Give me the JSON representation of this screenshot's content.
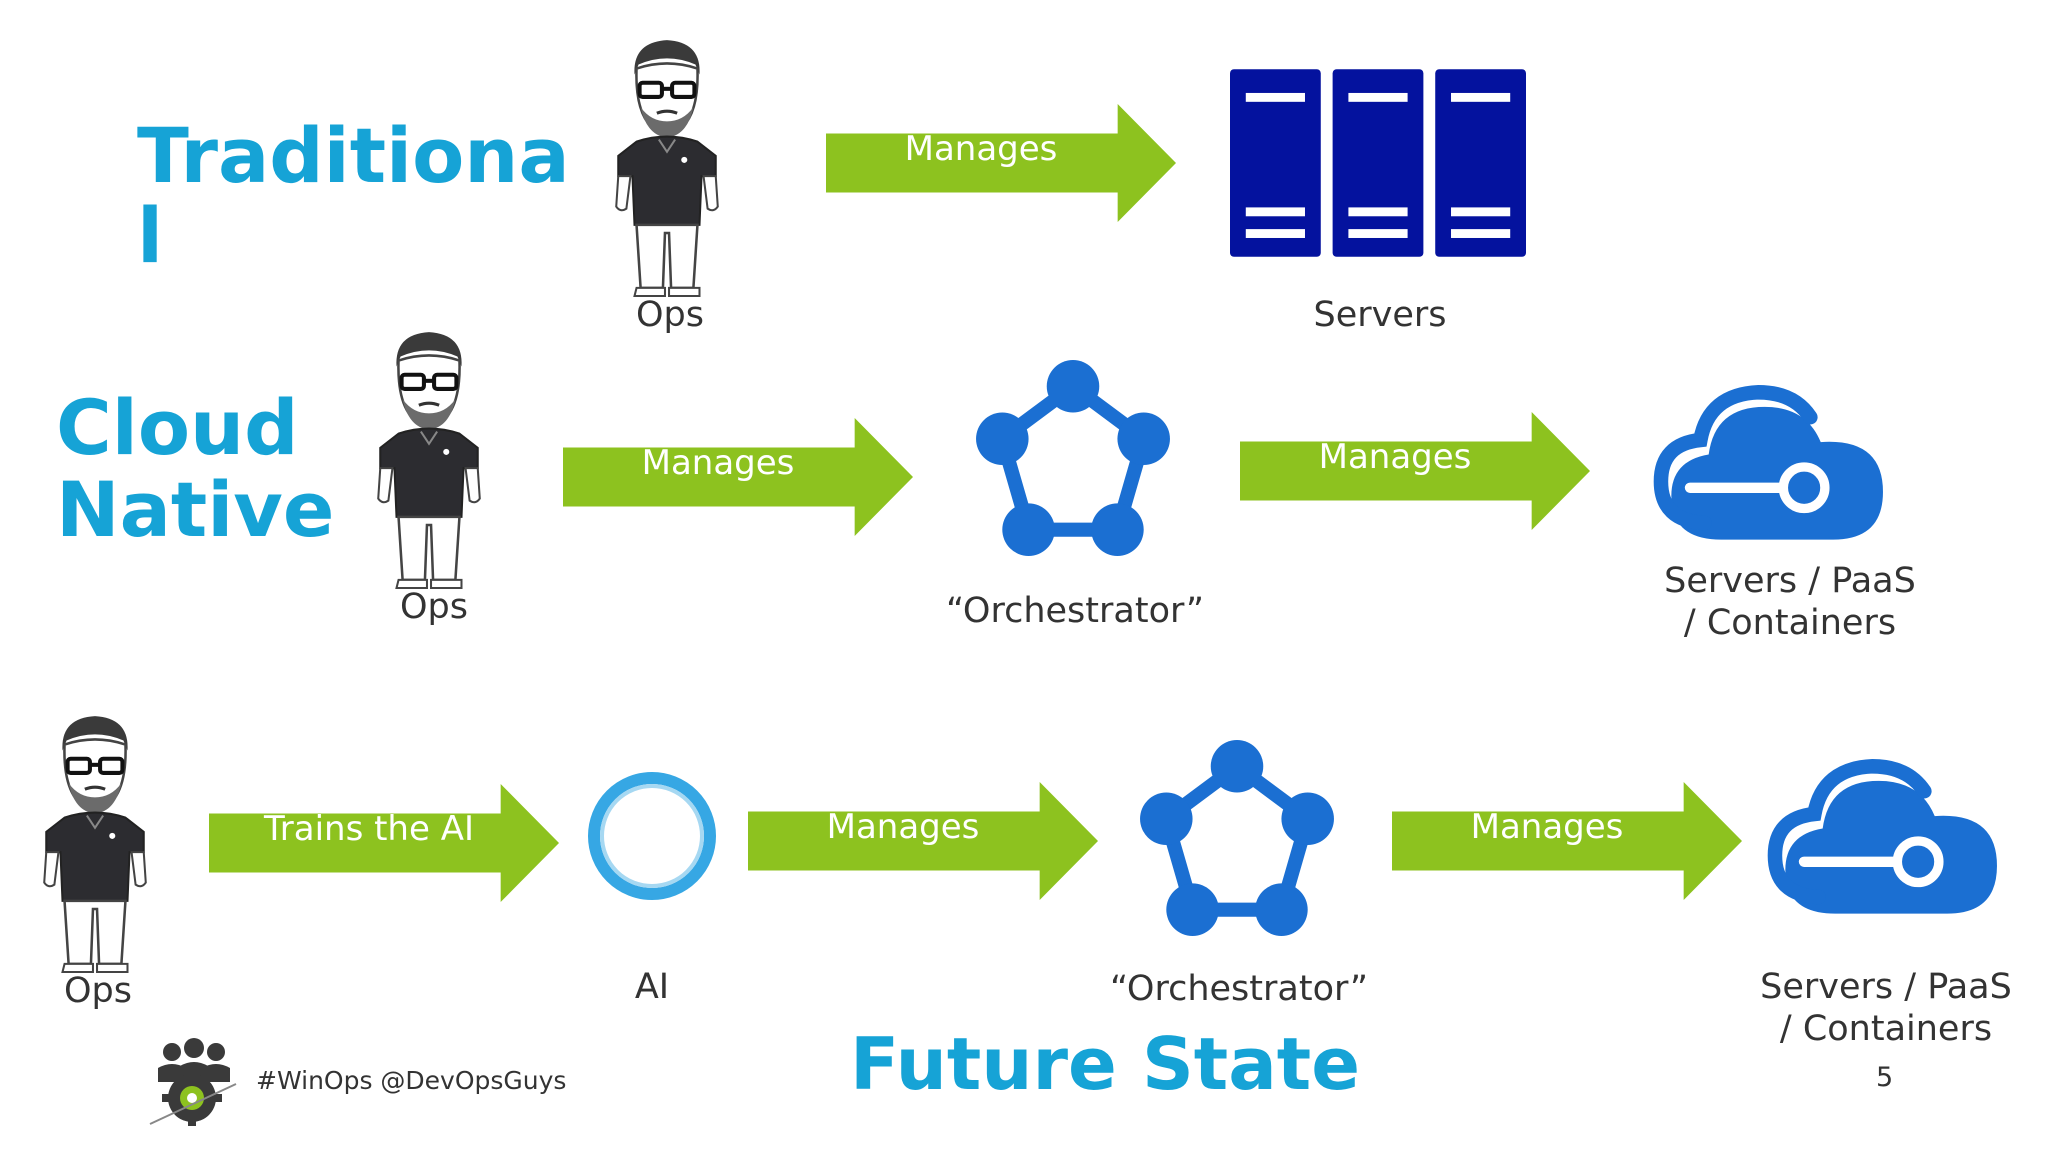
{
  "headings": {
    "traditional_line1": "Traditiona",
    "traditional_line2": "l",
    "cloud_line1": "Cloud",
    "cloud_line2": "Native",
    "future": "Future State"
  },
  "rows": {
    "traditional": {
      "actor_label": "Ops",
      "arrow_label": "Manages",
      "target_label": "Servers"
    },
    "cloud": {
      "actor_label": "Ops",
      "arrow1_label": "Manages",
      "orchestrator_label": "“Orchestrator”",
      "arrow2_label": "Manages",
      "target_line1": "Servers / PaaS",
      "target_line2": "/ Containers"
    },
    "future": {
      "actor_label": "Ops",
      "arrow1_label": "Trains the AI",
      "ai_label": "AI",
      "arrow2_label": "Manages",
      "orchestrator_label": "“Orchestrator”",
      "arrow3_label": "Manages",
      "target_line1": "Servers / PaaS",
      "target_line2": "/ Containers"
    }
  },
  "footer": {
    "hashtags": "#WinOps @DevOpsGuys",
    "page_number": "5"
  },
  "colors": {
    "heading": "#16a3d6",
    "arrow": "#8dc21f",
    "server": "#04129e",
    "azure_blue": "#1b6fd2",
    "cortana": "#36a7e4"
  }
}
